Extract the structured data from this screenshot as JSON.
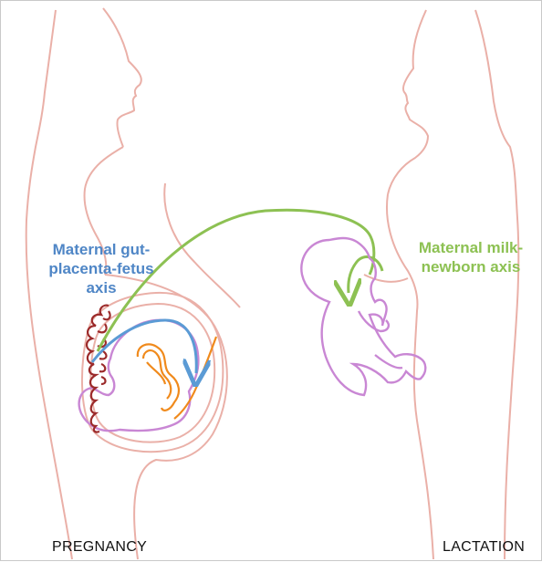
{
  "labels": {
    "gut_axis_line1": "Maternal gut-",
    "gut_axis_line2": "placenta-fetus",
    "gut_axis_line3": "axis",
    "milk_axis_line1": "Maternal milk-",
    "milk_axis_line2": "newborn axis"
  },
  "captions": {
    "left": "PREGNANCY",
    "right": "LACTATION"
  },
  "colors": {
    "body_outline": "#eab0a8",
    "fetus_outline": "#c987d4",
    "intestine": "#9b2a2a",
    "placenta": "#f08a1c",
    "gut_axis_arrow": "#5b9bd5",
    "milk_axis_arrow": "#8dc153",
    "gut_label": "#4f86c6",
    "milk_label": "#8dc153"
  }
}
